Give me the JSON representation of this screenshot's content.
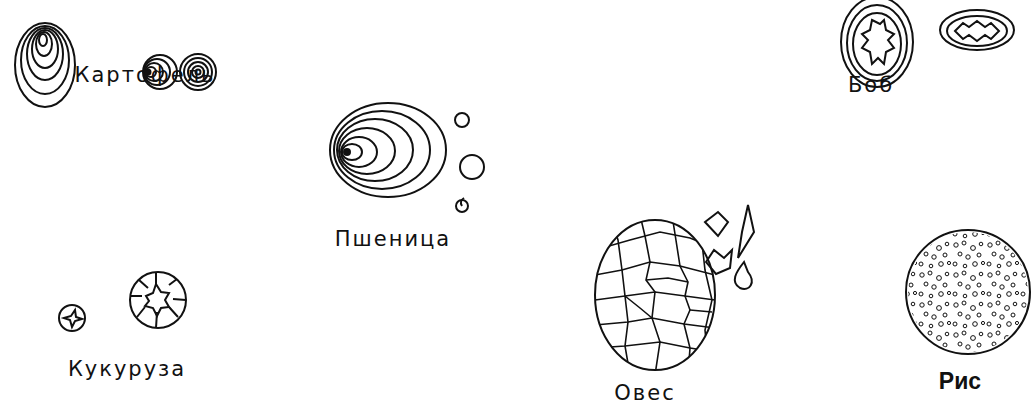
{
  "diagram": {
    "labels": [
      "Картофель",
      "Пшеница",
      "Боб",
      "Кукуруза",
      "Овес",
      "Рис"
    ]
  }
}
